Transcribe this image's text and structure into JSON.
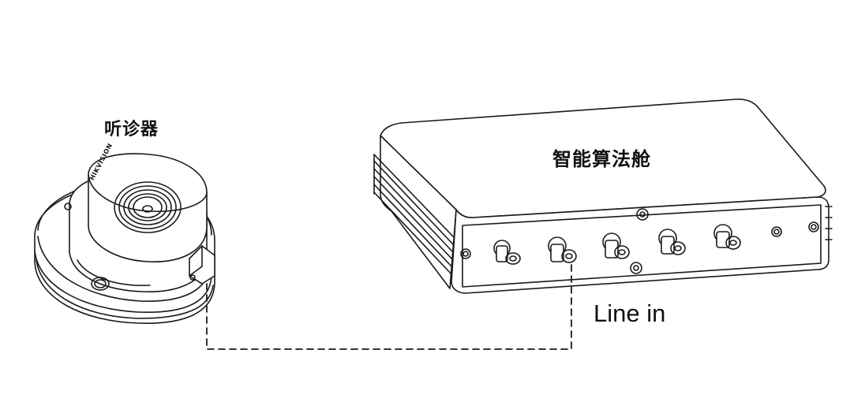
{
  "labels": {
    "stethoscope": "听诊器",
    "algorithm_box": "智能算法舱",
    "line_in": "Line in",
    "brand": "HIKVISION"
  },
  "colors": {
    "stroke": "#1a1a1a",
    "fill": "#ffffff",
    "background": "#ffffff"
  },
  "icons": [
    "stethoscope-device",
    "algorithm-box-device",
    "connector-port",
    "screw"
  ]
}
